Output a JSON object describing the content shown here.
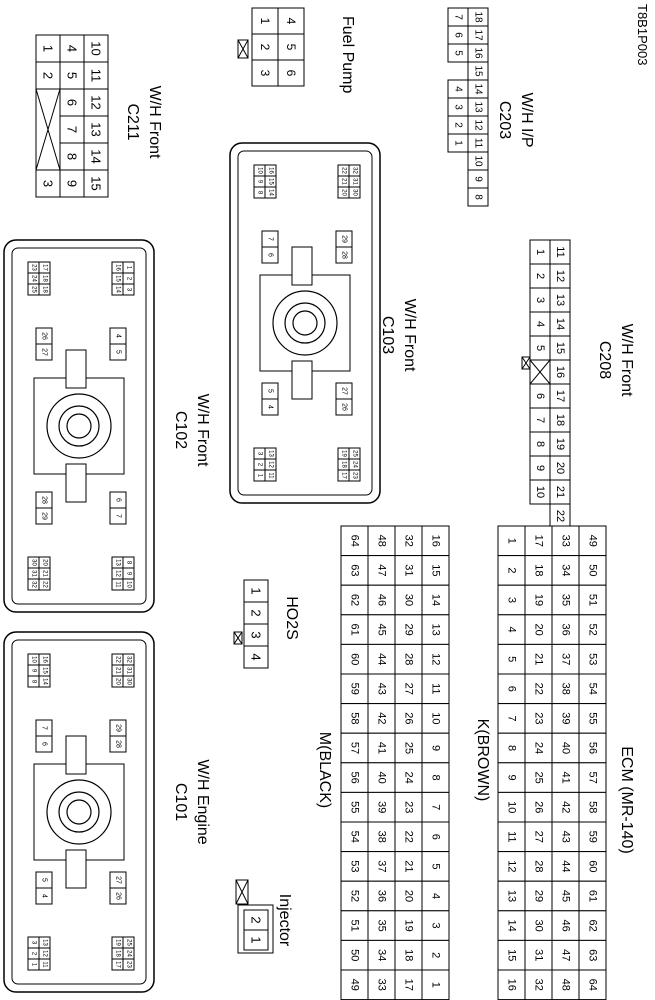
{
  "figure_code": "T8B1P003",
  "labels": {
    "fuel_pump": "Fuel Pump",
    "c211": {
      "code": "C211",
      "sub": "W/H Front"
    },
    "c203": {
      "code": "C203",
      "sub": "W/H I/P"
    },
    "c103": {
      "code": "C103",
      "sub": "W/H Front"
    },
    "c102": {
      "code": "C102",
      "sub": "W/H Front"
    },
    "c208": {
      "code": "C208",
      "sub": "W/H Front"
    },
    "c101": {
      "code": "C101",
      "sub": "W/H Engine"
    },
    "ho2s": "HO2S",
    "ecm_m": "M(BLACK)",
    "ecm_k": "K(BROWN)",
    "ecm": "ECM (MR-140)",
    "injector": "Injector"
  },
  "connectors": {
    "fuel_pump": [
      [
        "1",
        "2",
        "3"
      ],
      [
        "4",
        "5",
        "6"
      ]
    ],
    "c211": [
      [
        "1",
        "2",
        "X",
        "X",
        "X",
        "3"
      ],
      [
        "4",
        "5",
        "6",
        "7",
        "8",
        "9"
      ],
      [
        "10",
        "11",
        "12",
        "13",
        "14",
        "15"
      ]
    ],
    "c203": [
      [
        "7",
        "6",
        "5",
        "",
        "4",
        "3",
        "2",
        "1"
      ],
      [
        "18",
        "17",
        "16",
        "15",
        "14",
        "13",
        "12",
        "11",
        "10",
        "9",
        "8"
      ]
    ],
    "c208": [
      [
        "1",
        "2",
        "3",
        "4",
        "5",
        "X",
        "6",
        "7",
        "8",
        "9",
        "10"
      ],
      [
        "11",
        "12",
        "13",
        "14",
        "15",
        "16",
        "17",
        "18",
        "19",
        "20",
        "21",
        "22"
      ]
    ],
    "ho2s": [
      "1",
      "2",
      "3",
      "4"
    ],
    "injector": [
      "2",
      "1"
    ],
    "ecm_m": [
      [
        "64",
        "63",
        "62",
        "61",
        "60",
        "59",
        "58",
        "57",
        "56",
        "55",
        "54",
        "53",
        "52",
        "51",
        "50",
        "49"
      ],
      [
        "48",
        "47",
        "46",
        "45",
        "44",
        "43",
        "42",
        "41",
        "40",
        "39",
        "38",
        "37",
        "36",
        "35",
        "34",
        "33"
      ],
      [
        "32",
        "31",
        "30",
        "29",
        "28",
        "27",
        "26",
        "25",
        "24",
        "23",
        "22",
        "21",
        "20",
        "19",
        "18",
        "17"
      ],
      [
        "16",
        "15",
        "14",
        "13",
        "12",
        "11",
        "10",
        "9",
        "8",
        "7",
        "6",
        "5",
        "4",
        "3",
        "2",
        "1"
      ]
    ],
    "ecm_k": [
      [
        "1",
        "2",
        "3",
        "4",
        "5",
        "6",
        "7",
        "8",
        "9",
        "10",
        "11",
        "12",
        "13",
        "14",
        "15",
        "16"
      ],
      [
        "17",
        "18",
        "19",
        "20",
        "21",
        "22",
        "23",
        "24",
        "25",
        "26",
        "27",
        "28",
        "29",
        "30",
        "31",
        "32"
      ],
      [
        "33",
        "34",
        "35",
        "36",
        "37",
        "38",
        "39",
        "40",
        "41",
        "42",
        "43",
        "44",
        "45",
        "46",
        "47",
        "48"
      ],
      [
        "49",
        "50",
        "51",
        "52",
        "53",
        "54",
        "55",
        "56",
        "57",
        "58",
        "59",
        "60",
        "61",
        "62",
        "63",
        "64"
      ]
    ],
    "c101": {
      "g1": [
        [
          "10",
          "9",
          "8"
        ],
        [
          "16",
          "15",
          "14"
        ]
      ],
      "g2": [
        "7",
        "6"
      ],
      "g3": [
        [
          "22",
          "21",
          "20"
        ],
        [
          "32",
          "31",
          "30"
        ]
      ],
      "g4": [
        "29",
        "28"
      ],
      "g5": [
        "5",
        "4"
      ],
      "g6": [
        "27",
        "26"
      ],
      "g7": [
        [
          "3",
          "2",
          "1"
        ],
        [
          "13",
          "12",
          "11"
        ]
      ],
      "g8": [
        [
          "19",
          "18",
          "17"
        ],
        [
          "25",
          "24",
          "23"
        ]
      ]
    },
    "c103": {
      "g1": [
        [
          "10",
          "9",
          "8"
        ],
        [
          "16",
          "15",
          "14"
        ]
      ],
      "g2": [
        "7",
        "6"
      ],
      "g3": [
        [
          "22",
          "21",
          "20"
        ],
        [
          "32",
          "31",
          "30"
        ]
      ],
      "g4": [
        "29",
        "28"
      ],
      "g5": [
        "5",
        "4"
      ],
      "g6": [
        "27",
        "26"
      ],
      "g7": [
        [
          "3",
          "2",
          "1"
        ],
        [
          "13",
          "12",
          "11"
        ]
      ],
      "g8": [
        [
          "19",
          "18",
          "17"
        ],
        [
          "25",
          "24",
          "23"
        ]
      ]
    },
    "c102": {
      "g1": [
        [
          "23",
          "24",
          "25"
        ],
        [
          "17",
          "18",
          "18"
        ]
      ],
      "g2": [
        "26",
        "27"
      ],
      "g3": [
        [
          "16",
          "15",
          "14"
        ],
        [
          "1",
          "2",
          "3"
        ]
      ],
      "g4": [
        "4",
        "5"
      ],
      "g5": [
        "28",
        "29"
      ],
      "g6": [
        "6",
        "7"
      ],
      "g7": [
        [
          "30",
          "31",
          "32"
        ],
        [
          "20",
          "21",
          "22"
        ]
      ],
      "g8": [
        [
          "13",
          "12",
          "11"
        ],
        [
          "8",
          "9",
          "10"
        ]
      ]
    }
  }
}
